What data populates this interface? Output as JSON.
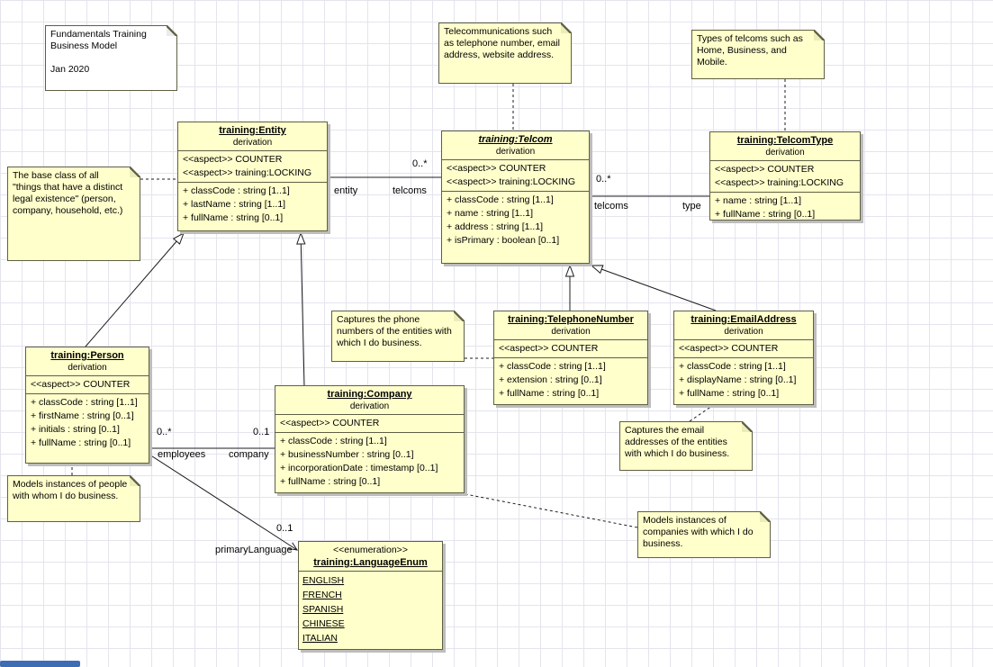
{
  "theme": {
    "class_fill": "#FFFFCC",
    "note_fill": "#FFFFCC",
    "border_color": "#5F5F45",
    "shadow_color": "#BDBDBD",
    "grid_color": "#E4E4EE",
    "scrollbar_color": "#3E6DB5"
  },
  "notes": {
    "model_title": {
      "line1": "Fundamentals Training Business Model",
      "line2": "Jan 2020"
    },
    "telecom": {
      "text": "Telecommunications such as telephone number, email address, website address."
    },
    "telcom_type": {
      "text": "Types of telcoms such as Home, Business, and Mobile."
    },
    "base_class": {
      "text": "The base class of all \"things that have a distinct legal existence\" (person, company, household, etc.)"
    },
    "phone": {
      "text": "Captures the phone numbers of the entities with which I do business."
    },
    "people": {
      "text": "Models instances of people with whom I do business."
    },
    "email": {
      "text": "Captures the email addresses of the entities with which I do business."
    },
    "companies": {
      "text": "Models instances of companies with which I do business."
    }
  },
  "classes": {
    "entity": {
      "title": "training:Entity",
      "compartment": "derivation",
      "stereotypes": [
        "<<aspect>> COUNTER",
        "<<aspect>> training:LOCKING"
      ],
      "attributes": [
        "+ classCode : string [1..1]",
        "+ lastName : string [1..1]",
        "+ fullName : string [0..1]"
      ]
    },
    "telcom": {
      "title": "training:Telcom",
      "compartment": "derivation",
      "stereotypes": [
        "<<aspect>> COUNTER",
        "<<aspect>> training:LOCKING"
      ],
      "attributes": [
        "+ classCode : string [1..1]",
        "+ name : string [1..1]",
        "+ address : string [1..1]",
        "+ isPrimary : boolean [0..1]"
      ]
    },
    "telcom_type": {
      "title": "training:TelcomType",
      "compartment": "derivation",
      "stereotypes": [
        "<<aspect>> COUNTER",
        "<<aspect>> training:LOCKING"
      ],
      "attributes": [
        "+ name : string [1..1]",
        "+ fullName : string [0..1]"
      ]
    },
    "person": {
      "title": "training:Person",
      "compartment": "derivation",
      "stereotypes": [
        "<<aspect>> COUNTER"
      ],
      "attributes": [
        "+ classCode : string [1..1]",
        "+ firstName : string [0..1]",
        "+ initials : string [0..1]",
        "+ fullName : string [0..1]"
      ]
    },
    "telephone_number": {
      "title": "training:TelephoneNumber",
      "compartment": "derivation",
      "stereotypes": [
        "<<aspect>> COUNTER"
      ],
      "attributes": [
        "+ classCode : string [1..1]",
        "+ extension : string [0..1]",
        "+ fullName : string [0..1]"
      ]
    },
    "email_address": {
      "title": "training:EmailAddress",
      "compartment": "derivation",
      "stereotypes": [
        "<<aspect>> COUNTER"
      ],
      "attributes": [
        "+ classCode : string [1..1]",
        "+ displayName : string [0..1]",
        "+ fullName : string [0..1]"
      ]
    },
    "company": {
      "title": "training:Company",
      "compartment": "derivation",
      "stereotypes": [
        "<<aspect>> COUNTER"
      ],
      "attributes": [
        "+ classCode : string [1..1]",
        "+ businessNumber : string [0..1]",
        "+ incorporationDate : timestamp [0..1]",
        "+ fullName : string [0..1]"
      ]
    }
  },
  "enumeration": {
    "stereotype": "<<enumeration>>",
    "title": "training:LanguageEnum",
    "literals": [
      "ENGLISH",
      "FRENCH",
      "SPANISH",
      "CHINESE",
      "ITALIAN"
    ]
  },
  "connector_labels": {
    "telcoms_mult_1": "0..*",
    "entity_role": "entity",
    "telcoms_role_1": "telcoms",
    "telcoms_mult_2": "0..*",
    "telcoms_role_2": "telcoms",
    "type_role": "type",
    "employees_mult": "0..*",
    "employees_role": "employees",
    "company_mult": "0..1",
    "company_role": "company",
    "primary_language_mult": "0..1",
    "primary_language_role": "primaryLanguage"
  }
}
